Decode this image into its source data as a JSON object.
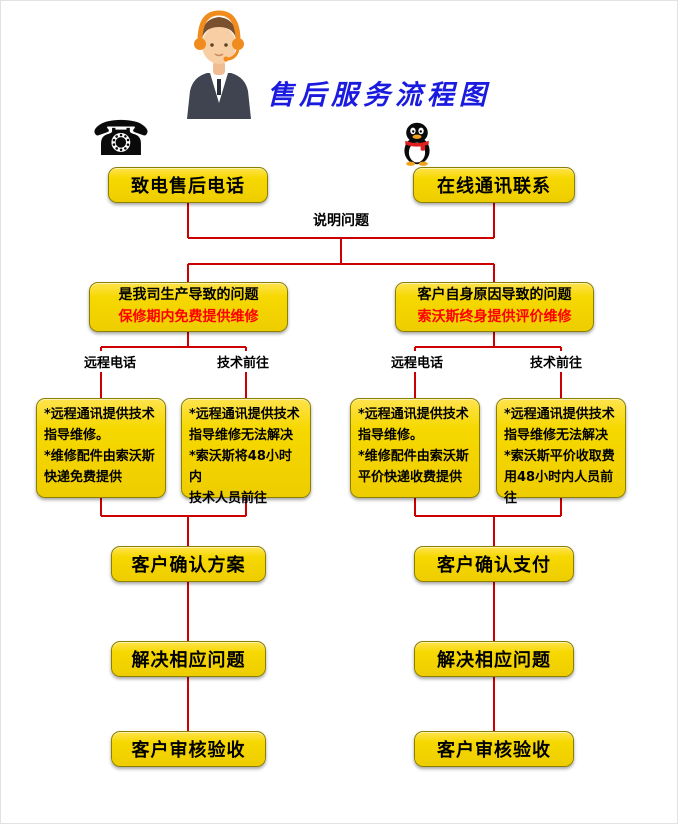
{
  "title": "售后服务流程图",
  "icons": {
    "phone_glyph": "☎",
    "qq_icon_name": "qq-penguin-icon",
    "agent_icon_name": "customer-service-agent"
  },
  "flow": {
    "call_button": "致电售后电话",
    "online_button": "在线通讯联系",
    "explain_label": "说明问题",
    "left_condition_line1": "是我司生产导致的问题",
    "left_condition_line2": "保修期内免费提供维修",
    "right_condition_line1": "客户自身原因导致的问题",
    "right_condition_line2": "索沃斯终身提供评价维修",
    "left_remote_label": "远程电话",
    "left_onsite_label": "技术前往",
    "right_remote_label": "远程电话",
    "right_onsite_label": "技术前往",
    "left_remote_detail": "*远程通讯提供技术\n指导维修。\n*维修配件由索沃斯\n快递免费提供",
    "left_onsite_detail": "*远程通讯提供技术\n指导维修无法解决\n*索沃斯将48小时内\n技术人员前往",
    "right_remote_detail": "*远程通讯提供技术\n指导维修。\n*维修配件由索沃斯\n平价快递收费提供",
    "right_onsite_detail": "*远程通讯提供技术\n指导维修无法解决\n*索沃斯平价收取费\n用48小时内人员前往",
    "left_confirm": "客户确认方案",
    "right_confirm": "客户确认支付",
    "left_solve": "解决相应问题",
    "right_solve": "解决相应问题",
    "left_accept": "客户审核验收",
    "right_accept": "客户审核验收"
  },
  "colors": {
    "box_fill": "#f6d800",
    "box_border": "#8b8000",
    "connector": "#cc0000",
    "title_blue": "#1b1be0",
    "highlight_red": "#ff0000"
  }
}
